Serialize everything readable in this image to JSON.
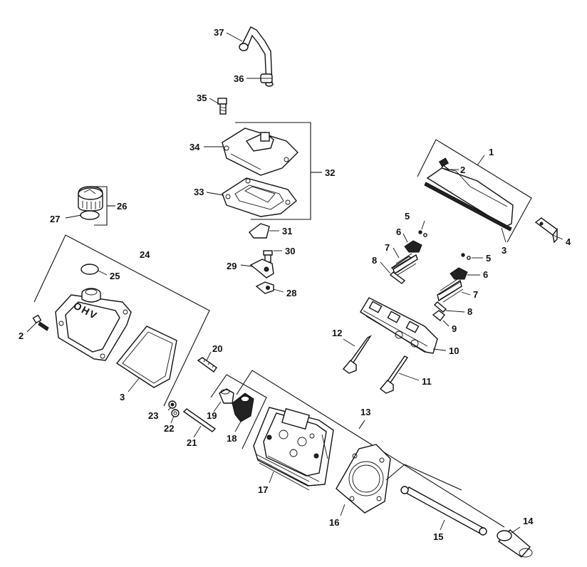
{
  "diagram": {
    "callouts": [
      "1",
      "2",
      "3",
      "4",
      "5",
      "6",
      "7",
      "8",
      "5",
      "6",
      "7",
      "8",
      "9",
      "10",
      "11",
      "12",
      "13",
      "14",
      "15",
      "16",
      "17",
      "18",
      "19",
      "20",
      "21",
      "22",
      "23",
      "2",
      "3",
      "24",
      "25",
      "26",
      "27",
      "28",
      "29",
      "30",
      "31",
      "32",
      "33",
      "34",
      "35",
      "36",
      "37"
    ],
    "logo_text": "OHV"
  }
}
